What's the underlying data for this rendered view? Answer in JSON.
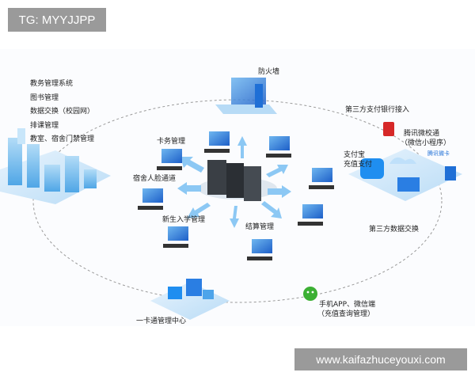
{
  "watermark_top": "TG: MYYJJPP",
  "watermark_bottom": "www.kaifazhuceyouxi.com",
  "left_list": [
    "教务管理系统",
    "图书管理",
    "数据交换（校园网）",
    "排课管理",
    "教室、宿舍门禁管理"
  ],
  "labels": {
    "firewall": "防火墙",
    "card_mgmt": "卡务管理",
    "dorm_face": "宿舍人脸通道",
    "enrollment": "新生入学管理",
    "settlement": "结算管理",
    "third_pay": "第三方支付银行接入",
    "alipay": "支付宝",
    "alipay_sub": "充值支付",
    "tencent": "腾讯微校通",
    "tencent_sub": "（微信小程序）",
    "tencent_card": "腾讯微卡",
    "third_data": "第三方数据交换",
    "mobile": "手机APP、微信端",
    "mobile_sub": "（充值查询管理）",
    "center": "一卡通管理中心"
  },
  "colors": {
    "primary": "#1f6fd6",
    "light_blue": "#8cc8f4",
    "server": "#3a3f45",
    "wechat_green": "#3cb034",
    "unionpay_red": "#d62828"
  }
}
